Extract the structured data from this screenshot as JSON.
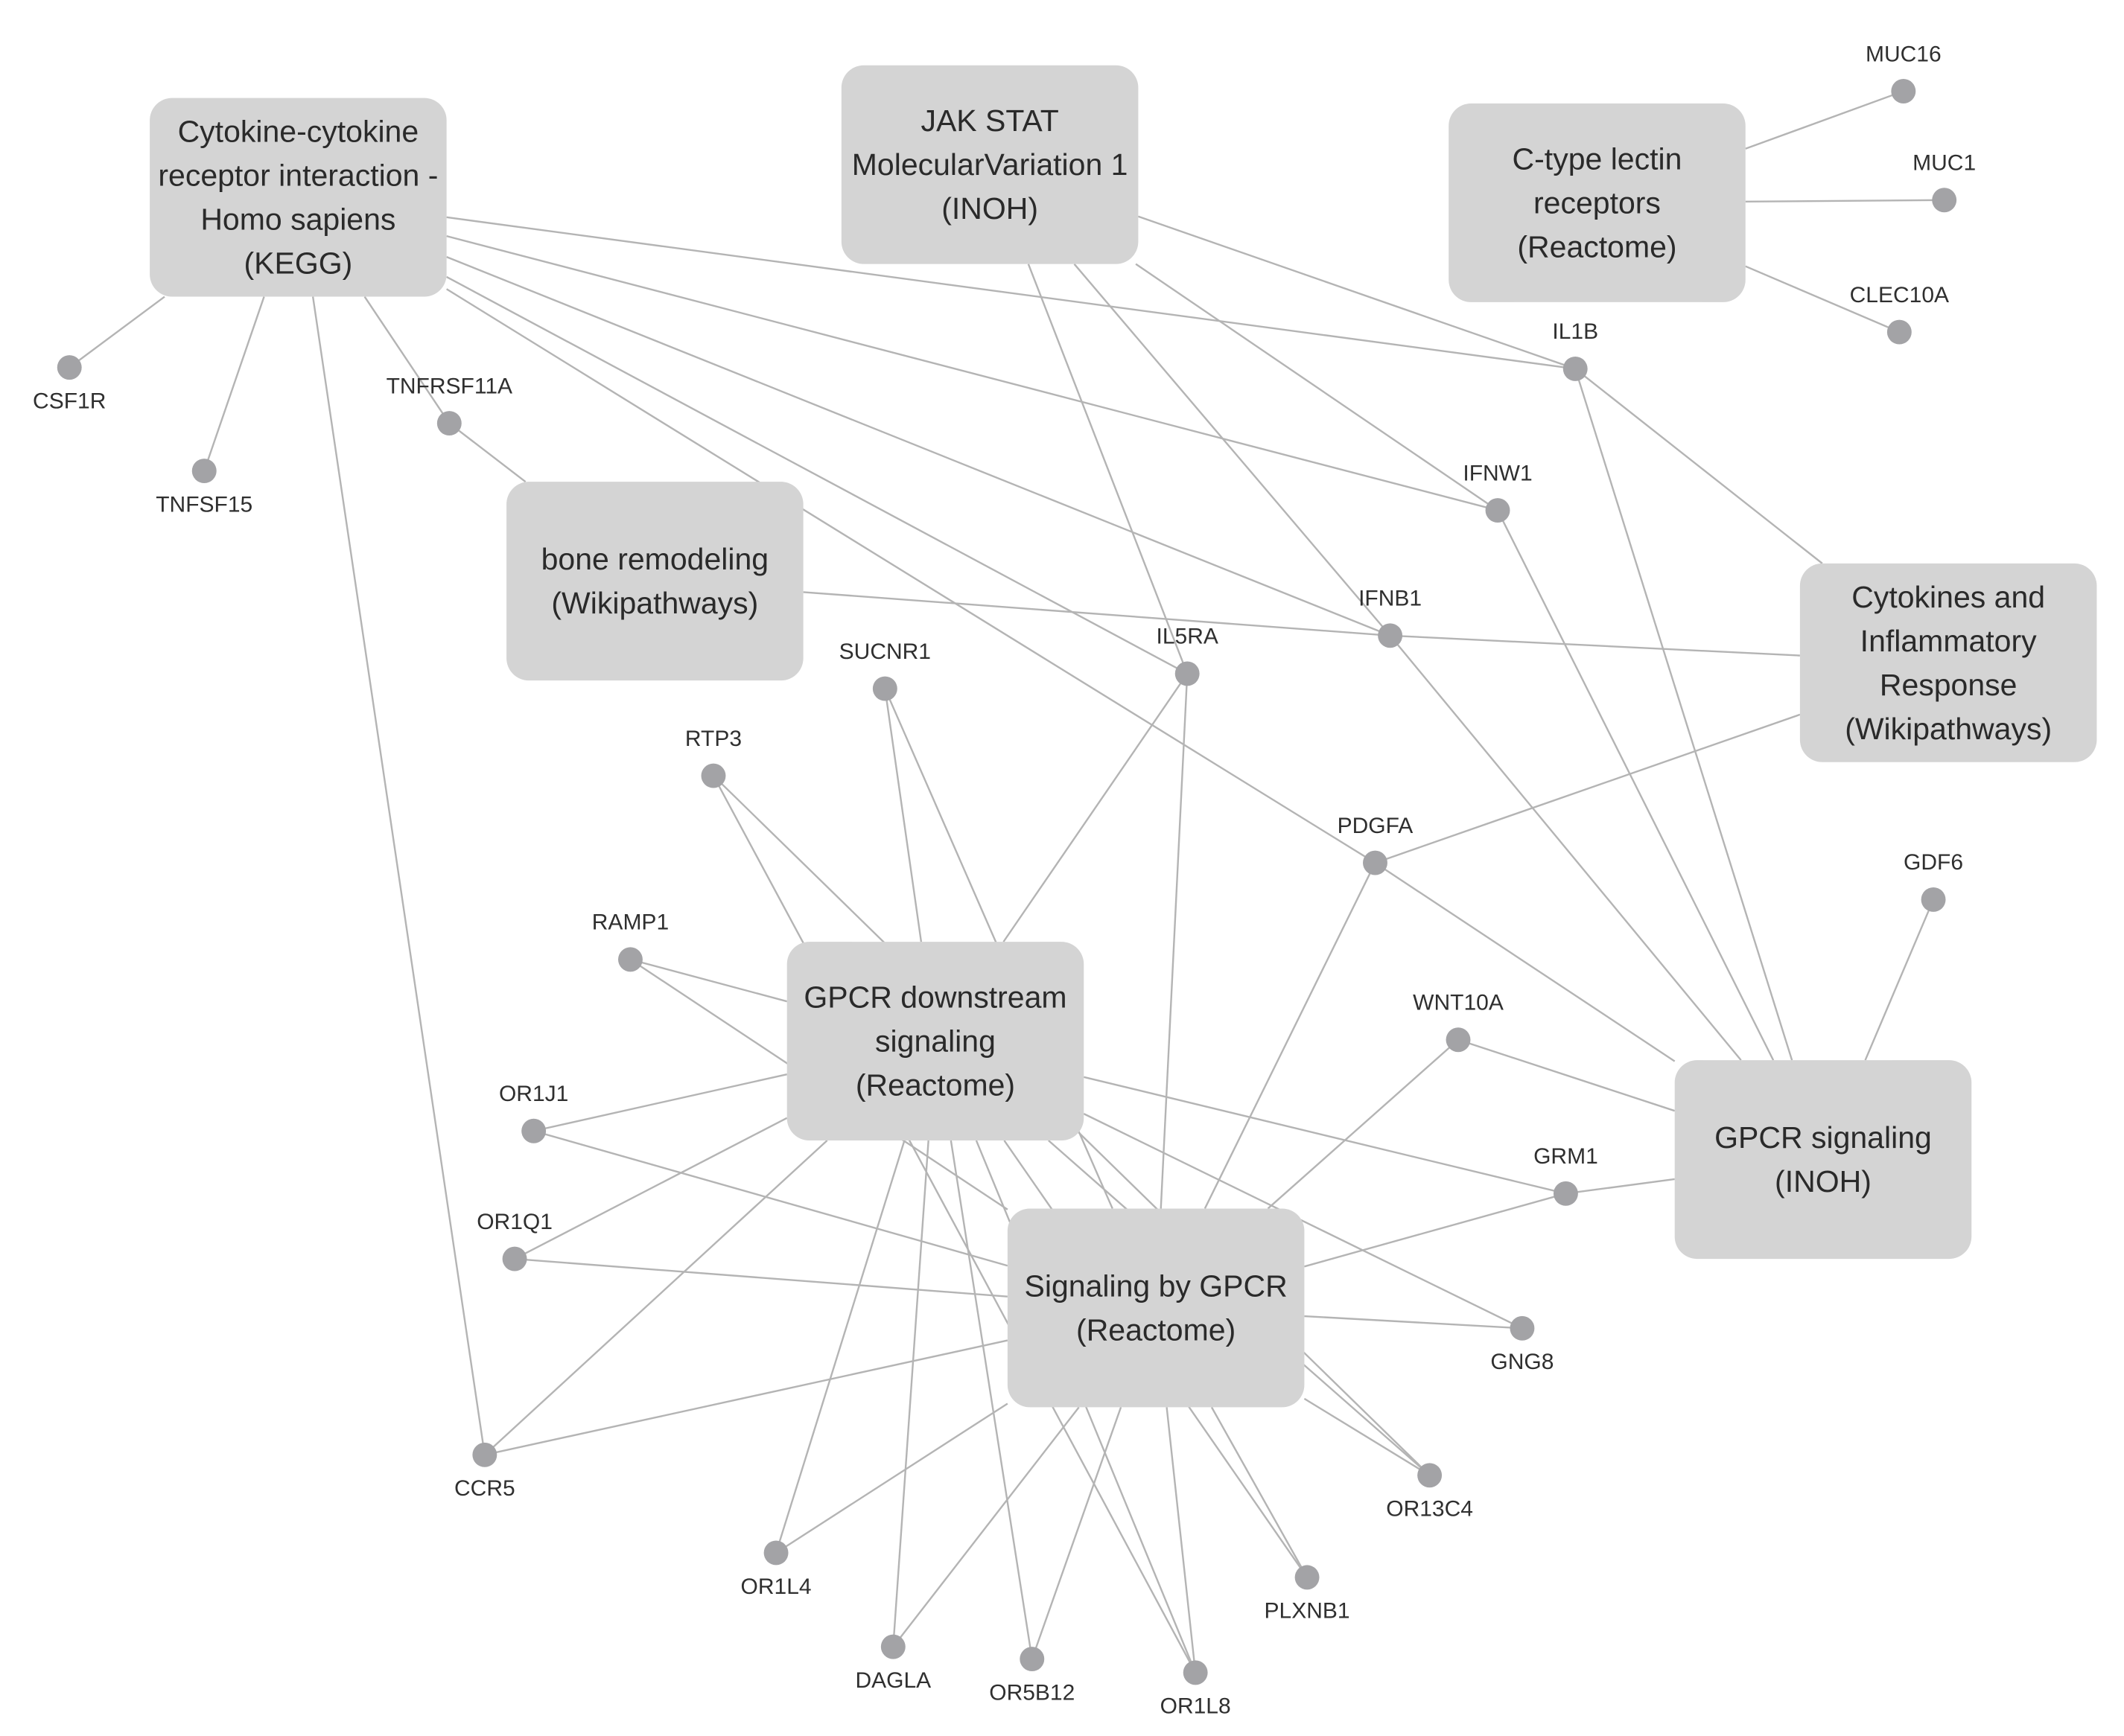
{
  "pathways": [
    {
      "id": "kegg",
      "lines": [
        "Cytokine-cytokine",
        "receptor interaction -",
        "Homo sapiens",
        "(KEGG)"
      ]
    },
    {
      "id": "jak",
      "lines": [
        "JAK STAT",
        "MolecularVariation 1",
        "(INOH)"
      ]
    },
    {
      "id": "ctype",
      "lines": [
        "C-type lectin",
        "receptors",
        "(Reactome)"
      ]
    },
    {
      "id": "bone",
      "lines": [
        "bone remodeling",
        "(Wikipathways)"
      ]
    },
    {
      "id": "cytoinf",
      "lines": [
        "Cytokines and",
        "Inflammatory",
        "Response",
        "(Wikipathways)"
      ]
    },
    {
      "id": "gpcrdown",
      "lines": [
        "GPCR downstream",
        "signaling",
        "(Reactome)"
      ]
    },
    {
      "id": "gpcrinoh",
      "lines": [
        "GPCR signaling",
        "(INOH)"
      ]
    },
    {
      "id": "sigbygpcr",
      "lines": [
        "Signaling by GPCR",
        "(Reactome)"
      ]
    }
  ],
  "genes": [
    {
      "id": "MUC16",
      "label": "MUC16"
    },
    {
      "id": "MUC1",
      "label": "MUC1"
    },
    {
      "id": "CLEC10A",
      "label": "CLEC10A"
    },
    {
      "id": "IL1B",
      "label": "IL1B"
    },
    {
      "id": "CSF1R",
      "label": "CSF1R"
    },
    {
      "id": "TNFSF15",
      "label": "TNFSF15"
    },
    {
      "id": "TNFRSF11A",
      "label": "TNFRSF11A"
    },
    {
      "id": "IFNW1",
      "label": "IFNW1"
    },
    {
      "id": "IFNB1",
      "label": "IFNB1"
    },
    {
      "id": "IL5RA",
      "label": "IL5RA"
    },
    {
      "id": "SUCNR1",
      "label": "SUCNR1"
    },
    {
      "id": "RTP3",
      "label": "RTP3"
    },
    {
      "id": "PDGFA",
      "label": "PDGFA"
    },
    {
      "id": "GDF6",
      "label": "GDF6"
    },
    {
      "id": "RAMP1",
      "label": "RAMP1"
    },
    {
      "id": "WNT10A",
      "label": "WNT10A"
    },
    {
      "id": "OR1J1",
      "label": "OR1J1"
    },
    {
      "id": "GRM1",
      "label": "GRM1"
    },
    {
      "id": "OR1Q1",
      "label": "OR1Q1"
    },
    {
      "id": "GNG8",
      "label": "GNG8"
    },
    {
      "id": "CCR5",
      "label": "CCR5"
    },
    {
      "id": "OR13C4",
      "label": "OR13C4"
    },
    {
      "id": "OR1L4",
      "label": "OR1L4"
    },
    {
      "id": "PLXNB1",
      "label": "PLXNB1"
    },
    {
      "id": "DAGLA",
      "label": "DAGLA"
    },
    {
      "id": "OR5B12",
      "label": "OR5B12"
    },
    {
      "id": "OR1L8",
      "label": "OR1L8"
    }
  ],
  "edges": [
    [
      "kegg",
      "CSF1R"
    ],
    [
      "kegg",
      "TNFSF15"
    ],
    [
      "kegg",
      "TNFRSF11A"
    ],
    [
      "kegg",
      "CCR5"
    ],
    [
      "kegg",
      "IL1B"
    ],
    [
      "kegg",
      "IFNW1"
    ],
    [
      "kegg",
      "IFNB1"
    ],
    [
      "kegg",
      "IL5RA"
    ],
    [
      "kegg",
      "PDGFA"
    ],
    [
      "TNFRSF11A",
      "bone"
    ],
    [
      "bone",
      "IFNB1"
    ],
    [
      "jak",
      "IL1B"
    ],
    [
      "jak",
      "IFNW1"
    ],
    [
      "jak",
      "IFNB1"
    ],
    [
      "jak",
      "IL5RA"
    ],
    [
      "ctype",
      "MUC16"
    ],
    [
      "ctype",
      "MUC1"
    ],
    [
      "ctype",
      "CLEC10A"
    ],
    [
      "IL1B",
      "cytoinf"
    ],
    [
      "IL1B",
      "gpcrinoh"
    ],
    [
      "IFNW1",
      "gpcrinoh"
    ],
    [
      "IFNB1",
      "cytoinf"
    ],
    [
      "IFNB1",
      "gpcrinoh"
    ],
    [
      "PDGFA",
      "cytoinf"
    ],
    [
      "PDGFA",
      "gpcrinoh"
    ],
    [
      "PDGFA",
      "sigbygpcr"
    ],
    [
      "IL5RA",
      "gpcrdown"
    ],
    [
      "IL5RA",
      "sigbygpcr"
    ],
    [
      "GDF6",
      "gpcrinoh"
    ],
    [
      "WNT10A",
      "gpcrinoh"
    ],
    [
      "WNT10A",
      "sigbygpcr"
    ],
    [
      "GRM1",
      "gpcrinoh"
    ],
    [
      "GRM1",
      "gpcrdown"
    ],
    [
      "GRM1",
      "sigbygpcr"
    ],
    [
      "SUCNR1",
      "gpcrdown"
    ],
    [
      "SUCNR1",
      "sigbygpcr"
    ],
    [
      "RTP3",
      "OR13C4"
    ],
    [
      "RTP3",
      "OR1L8"
    ],
    [
      "RAMP1",
      "gpcrdown"
    ],
    [
      "RAMP1",
      "sigbygpcr"
    ],
    [
      "OR1J1",
      "gpcrdown"
    ],
    [
      "OR1J1",
      "sigbygpcr"
    ],
    [
      "OR1Q1",
      "gpcrdown"
    ],
    [
      "OR1Q1",
      "sigbygpcr"
    ],
    [
      "CCR5",
      "gpcrdown"
    ],
    [
      "CCR5",
      "sigbygpcr"
    ],
    [
      "GNG8",
      "gpcrdown"
    ],
    [
      "GNG8",
      "sigbygpcr"
    ],
    [
      "OR13C4",
      "gpcrdown"
    ],
    [
      "OR13C4",
      "sigbygpcr"
    ],
    [
      "OR1L4",
      "gpcrdown"
    ],
    [
      "OR1L4",
      "sigbygpcr"
    ],
    [
      "DAGLA",
      "gpcrdown"
    ],
    [
      "DAGLA",
      "sigbygpcr"
    ],
    [
      "OR5B12",
      "gpcrdown"
    ],
    [
      "OR5B12",
      "sigbygpcr"
    ],
    [
      "OR1L8",
      "gpcrdown"
    ],
    [
      "OR1L8",
      "sigbygpcr"
    ],
    [
      "PLXNB1",
      "gpcrdown"
    ],
    [
      "PLXNB1",
      "sigbygpcr"
    ]
  ]
}
